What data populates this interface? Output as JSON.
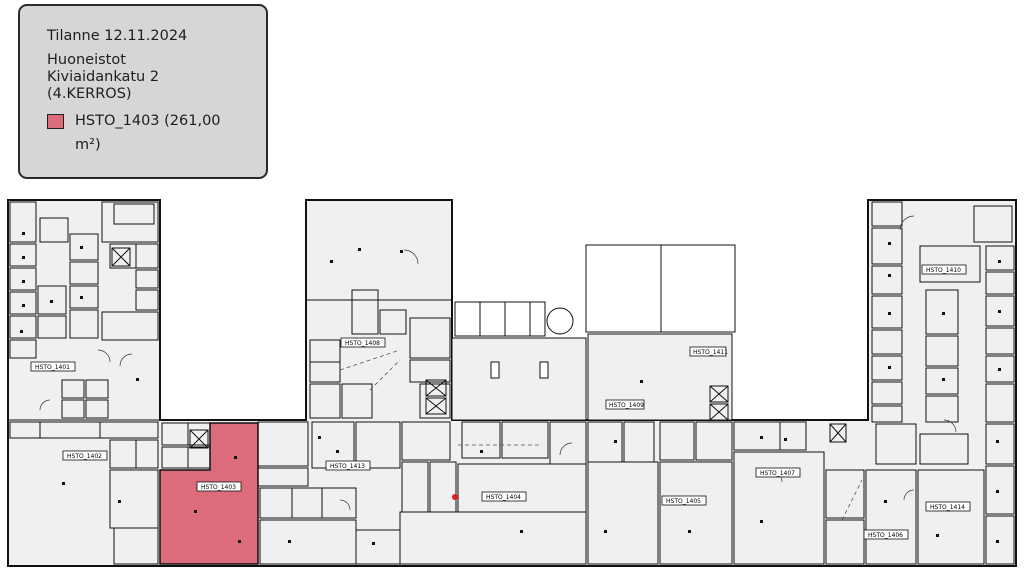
{
  "legend": {
    "date": "Tilanne 12.11.2024",
    "title_line1": "Huoneistot",
    "title_line2": "Kiviaidankatu 2",
    "title_line3": "(4.KERROS)",
    "item": {
      "text_line1": "HSTO_1403 (261,00",
      "text_line2": "m²)",
      "color": "#dc6b7c"
    }
  },
  "colors": {
    "room_fill": "#f0f0f0",
    "wall": "#111111",
    "highlight": "#dc6b7c",
    "marker": "#e02020"
  },
  "units": [
    {
      "id": "HSTO_1401",
      "highlighted": false
    },
    {
      "id": "HSTO_1402",
      "highlighted": false
    },
    {
      "id": "HSTO_1403",
      "highlighted": true
    },
    {
      "id": "HSTO_1404",
      "highlighted": false
    },
    {
      "id": "HSTO_1405",
      "highlighted": false
    },
    {
      "id": "HSTO_1406",
      "highlighted": false
    },
    {
      "id": "HSTO_1407",
      "highlighted": false
    },
    {
      "id": "HSTO_1408",
      "highlighted": false
    },
    {
      "id": "HSTO_1409",
      "highlighted": false
    },
    {
      "id": "HSTO_1410",
      "highlighted": false
    },
    {
      "id": "HSTO_1411",
      "highlighted": false
    },
    {
      "id": "HSTO_1413",
      "highlighted": false
    },
    {
      "id": "HSTO_1414",
      "highlighted": false
    }
  ]
}
